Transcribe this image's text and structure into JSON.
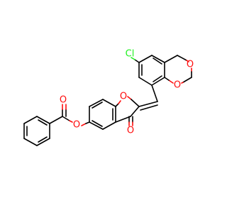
{
  "molecule": {
    "atoms": {
      "chlorine": "Cl",
      "oxygen_furan": "O",
      "oxygen_ketone": "O",
      "oxygen_ester_link": "O",
      "oxygen_ester_carbonyl": "O",
      "oxygen_dioxane_top": "O",
      "oxygen_dioxane_bottom": "O"
    },
    "colors": {
      "carbon_bond": "#000000",
      "oxygen": "#ff0d0d",
      "chlorine": "#1ff01f",
      "background": "#ffffff"
    }
  }
}
